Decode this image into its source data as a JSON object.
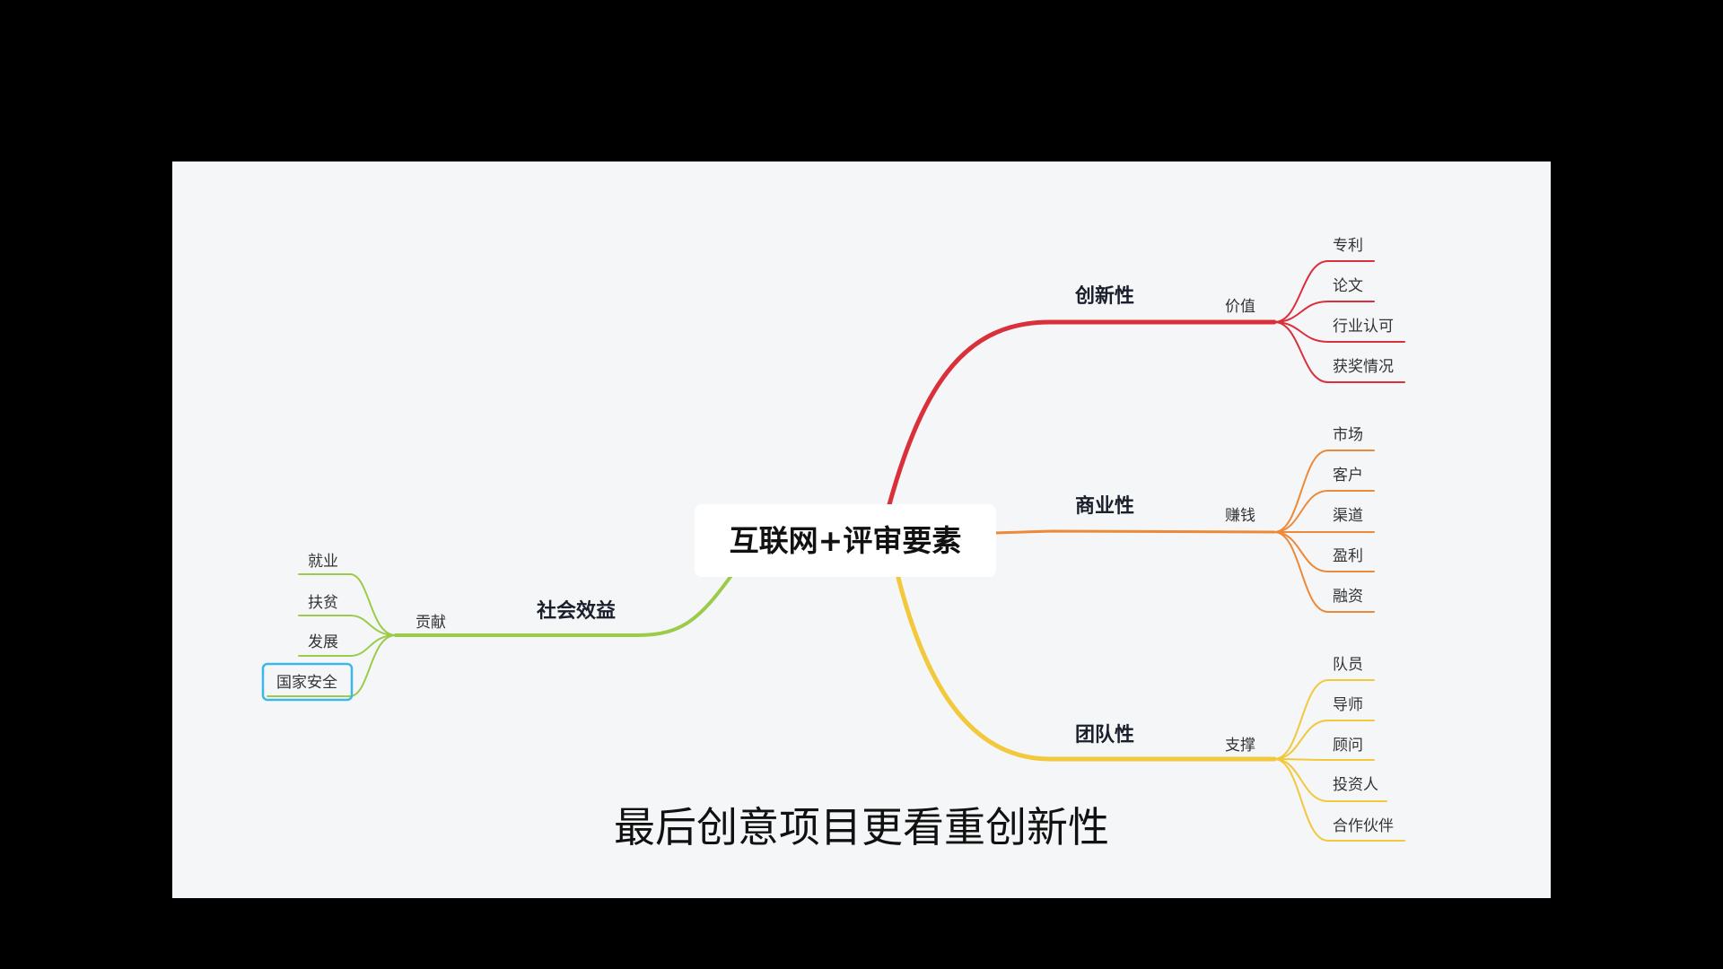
{
  "root": {
    "label": "互联网+评审要素"
  },
  "branches": {
    "innovation": {
      "label": "创新性",
      "sub": "价值",
      "color": "#d9303b",
      "leaves": [
        "专利",
        "论文",
        "行业认可",
        "获奖情况"
      ]
    },
    "commercial": {
      "label": "商业性",
      "sub": "赚钱",
      "color": "#ec8a3a",
      "leaves": [
        "市场",
        "客户",
        "渠道",
        "盈利",
        "融资"
      ]
    },
    "team": {
      "label": "团队性",
      "sub": "支撑",
      "color": "#f2c83c",
      "leaves": [
        "队员",
        "导师",
        "顾问",
        "投资人",
        "合作伙伴"
      ]
    },
    "social": {
      "label": "社会效益",
      "sub": "贡献",
      "color": "#9ccb4a",
      "leaves": [
        "就业",
        "扶贫",
        "发展",
        "国家安全"
      ],
      "selected": "国家安全"
    }
  },
  "subtitle": "最后创意项目更看重创新性",
  "selection_color": "#3cb8e6"
}
